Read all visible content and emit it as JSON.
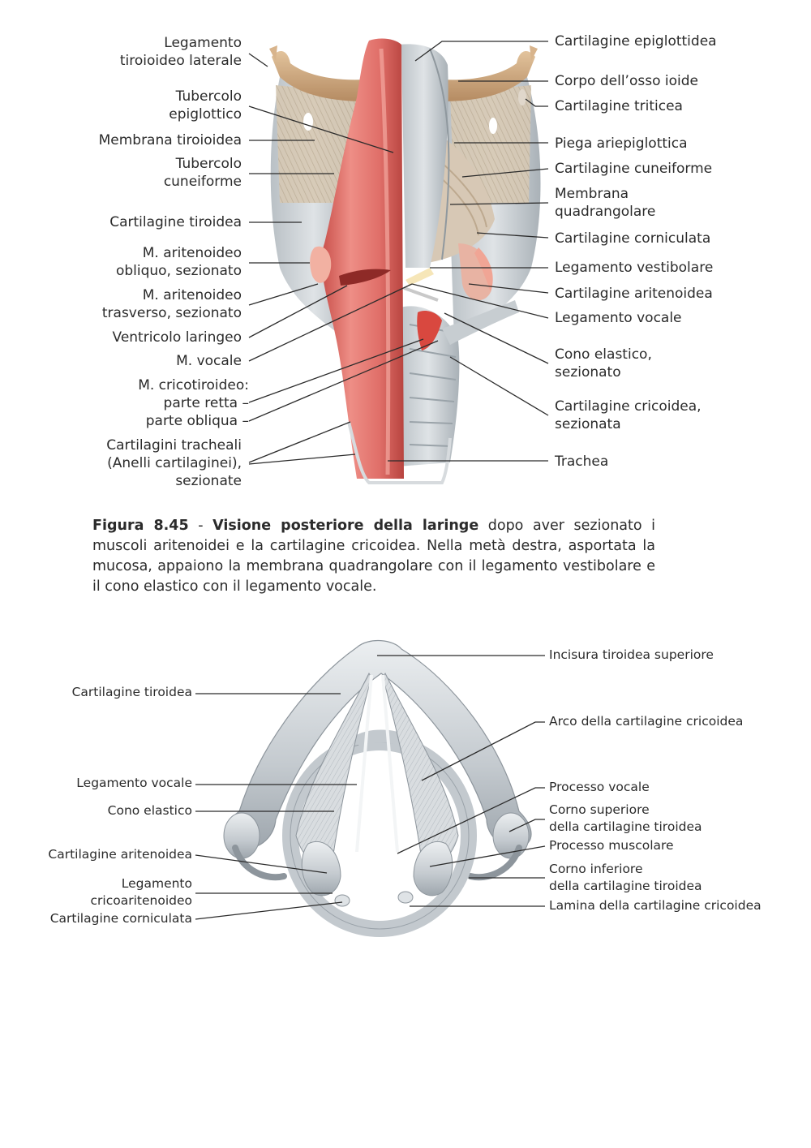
{
  "figure_8_45": {
    "labels_left": {
      "legamento_tiroioideo_laterale": "Legamento\ntiroioideo laterale",
      "tubercolo_epiglottico": "Tubercolo\nepiglottico",
      "membrana_tiroioidea": "Membrana tiroioidea",
      "tubercolo_cuneiforme": "Tubercolo\ncuneiforme",
      "cartilagine_tiroidea": "Cartilagine tiroidea",
      "m_aritenoideo_obliquo": "M. aritenoideo\nobliquo, sezionato",
      "m_aritenoideo_trasverso": "M. aritenoideo\ntrasverso, sezionato",
      "ventricolo_laringeo": "Ventricolo laringeo",
      "m_vocale": "M. vocale",
      "m_cricotiroideo": "M. cricotiroideo:\nparte retta –\nparte obliqua –",
      "cartilagini_tracheali": "Cartilagini tracheali\n(Anelli cartilaginei),\nsezionate"
    },
    "labels_right": {
      "cartilagine_epiglottidea": "Cartilagine epiglottidea",
      "corpo_osso_ioide": "Corpo dell’osso ioide",
      "cartilagine_triticea": "Cartilagine triticea",
      "piega_ariepiglottica": "Piega ariepiglottica",
      "cartilagine_cuneiforme": "Cartilagine cuneiforme",
      "membrana_quadrangolare": "Membrana\nquadrangolare",
      "cartilagine_corniculata": "Cartilagine corniculata",
      "legamento_vestibolare": "Legamento vestibolare",
      "cartilagine_aritenoidea": "Cartilagine aritenoidea",
      "legamento_vocale": "Legamento vocale",
      "cono_elastico": "Cono elastico,\nsezionato",
      "cartilagine_cricoidea": "Cartilagine cricoidea,\nsezionata",
      "trachea": "Trachea"
    },
    "caption": {
      "number": "Figura 8.45",
      "separator": " - ",
      "title": "Visione posteriore della laringe",
      "text": " dopo aver sezionato i muscoli aritenoidei e la cartilagine cricoidea. Nella metà destra, asportata la mucosa, appaiono la membrana quadrangolare con il legamento vesti­bolare e il cono elastico con il legamento vocale."
    }
  },
  "figure_2": {
    "labels_left": {
      "cartilagine_tiroidea": "Cartilagine tiroidea",
      "legamento_vocale": "Legamento vocale",
      "cono_elastico": "Cono elastico",
      "cartilagine_aritenoidea": "Cartilagine aritenoidea",
      "legamento_cricoaritenoideo": "Legamento\ncricoaritenoideo",
      "cartilagine_corniculata": "Cartilagine corniculata"
    },
    "labels_right": {
      "incisura_tiroidea_superiore": "Incisura tiroidea superiore",
      "arco_cartilagine_cricoidea": "Arco della cartilagine cricoidea",
      "processo_vocale": "Processo vocale",
      "corno_superiore": "Corno superiore\ndella cartilagine tiroidea",
      "processo_muscolare": "Processo muscolare",
      "corno_inferiore": "Corno inferiore\ndella cartilagine tiroidea",
      "lamina_cartilagine_cricoidea": "Lamina della cartilagine cricoidea"
    }
  },
  "colors": {
    "mucosa_red": "#e2766f",
    "cartilage_gray": "#c9ced2",
    "bone_tan": "#c9a27a",
    "membrane_tan": "#cdbba4",
    "leader_line": "#2b2b2b"
  }
}
